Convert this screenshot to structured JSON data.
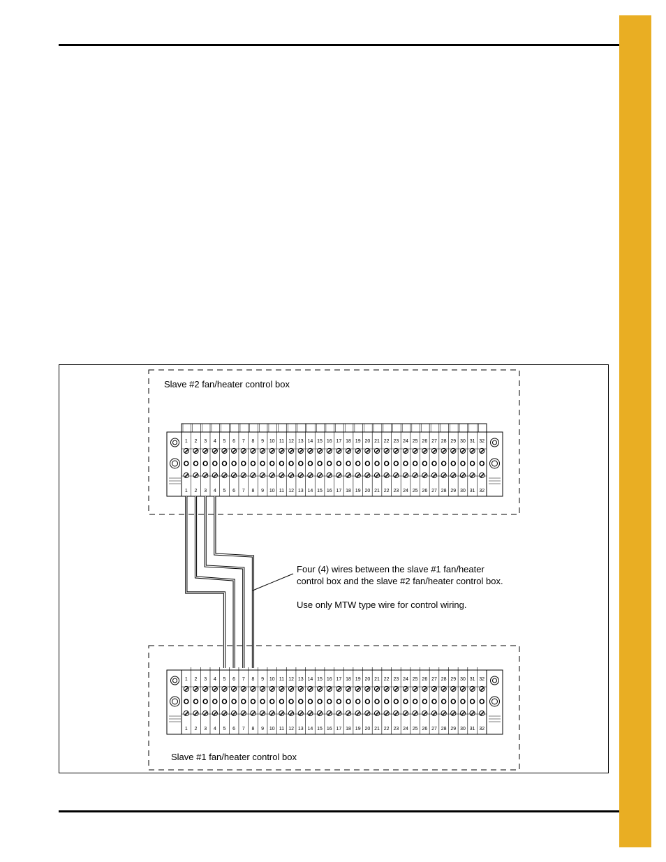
{
  "colors": {
    "tab": "#E9AE23",
    "line": "#000000"
  },
  "diagram": {
    "slave2_label": "Slave #2 fan/heater control box",
    "slave1_label": "Slave #1 fan/heater control box",
    "note_line1": "Four (4) wires between the slave #1 fan/heater",
    "note_line2": "control box and the slave #2 fan/heater control box.",
    "note_line3": "Use only MTW type wire for control wiring.",
    "terminal_labels": [
      "1",
      "2",
      "3",
      "4",
      "5",
      "6",
      "7",
      "8",
      "9",
      "10",
      "11",
      "12",
      "13",
      "14",
      "15",
      "16",
      "17",
      "18",
      "19",
      "20",
      "21",
      "22",
      "23",
      "24",
      "25",
      "26",
      "27",
      "28",
      "29",
      "30",
      "31",
      "32"
    ],
    "wiring": [
      {
        "from_terminal": 1,
        "to_terminal": 5
      },
      {
        "from_terminal": 2,
        "to_terminal": 6
      },
      {
        "from_terminal": 3,
        "to_terminal": 7
      },
      {
        "from_terminal": 4,
        "to_terminal": 8
      }
    ]
  }
}
